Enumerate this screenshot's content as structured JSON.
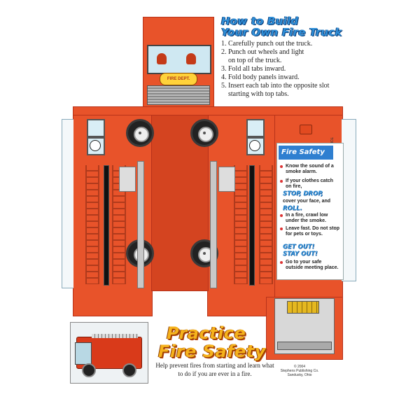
{
  "instructions": {
    "title_line1": "How to Build",
    "title_line2": "Your Own Fire Truck",
    "steps": [
      "1. Carefully punch out the truck.",
      "2. Punch out wheels and light",
      "    on top of the truck.",
      "3. Fold all tabs inward.",
      "4. Fold body panels inward.",
      "5. Insert each tab into the opposite slot",
      "    starting with top tabs."
    ]
  },
  "truck": {
    "cab_label": "FIRE DEPT.",
    "tab_label": "TOP TAB"
  },
  "fire_safety": {
    "header": "Fire Safety",
    "tip1": "Know the sound of a smoke alarm.",
    "tip2": "If your clothes catch on fire,",
    "stop_drop": "STOP, DROP,",
    "tip2b": "cover your face, and",
    "roll": "ROLL.",
    "tip3": "In a fire, crawl low under the smoke.",
    "tip4": "Leave fast. Do not stop for pets or toys.",
    "get_out": "GET OUT!",
    "stay_out": "STAY OUT!",
    "tip5": "Go to your safe outside meeting place."
  },
  "practice": {
    "line1": "Practice",
    "line2": "Fire Safety",
    "help": "Help prevent fires from starting and learn what to do if you are ever in a fire."
  },
  "copyright": {
    "line1": "© 2004",
    "line2": "Stephens Publishing Co.",
    "line3": "Sandusky, Ohio"
  },
  "colors": {
    "truck_red": "#e8532a",
    "title_blue": "#2f8fd8",
    "practice_gold": "#f6b21c"
  }
}
